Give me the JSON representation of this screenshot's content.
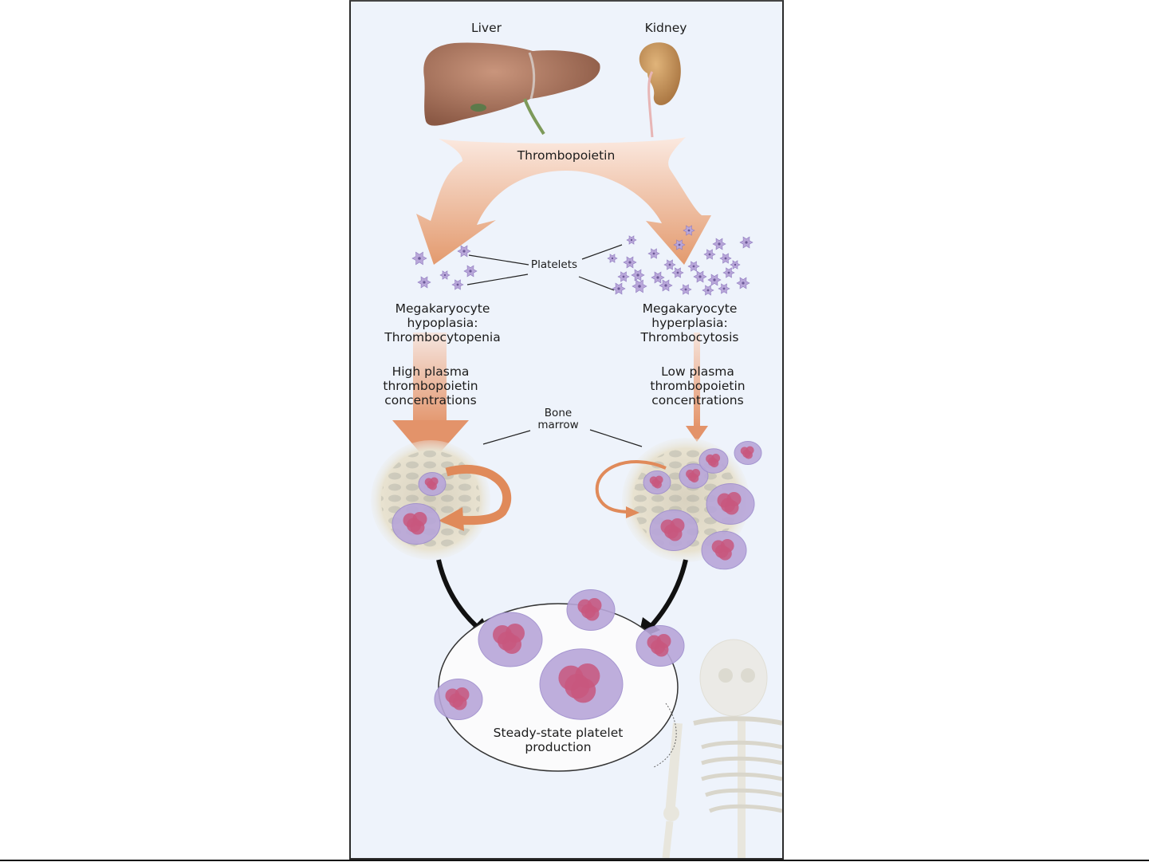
{
  "figure": {
    "organs": {
      "liver_label": "Liver",
      "kidney_label": "Kidney"
    },
    "hormone_label": "Thrombopoietin",
    "platelets_label": "Platelets",
    "left_state": {
      "condition": "Megakaryocyte\nhypoplasia:\nThrombocytopenia",
      "plasma": "High plasma\nthrombopoietin\nconcentrations"
    },
    "right_state": {
      "condition": "Megakaryocyte\nhyperplasia:\nThrombocytosis",
      "plasma": "Low plasma\nthrombopoietin\nconcentrations"
    },
    "bone_marrow_label": "Bone\nmarrow",
    "steady_state_label": "Steady-state platelet\nproduction"
  },
  "colors": {
    "background": "#eef3fb",
    "arrow_orange": "#e0966a",
    "cell_purple": "#b8a6d9",
    "nucleus_pink": "#c8577e",
    "liver_brown": "#a8715a",
    "kidney_tan": "#c99a5e"
  }
}
